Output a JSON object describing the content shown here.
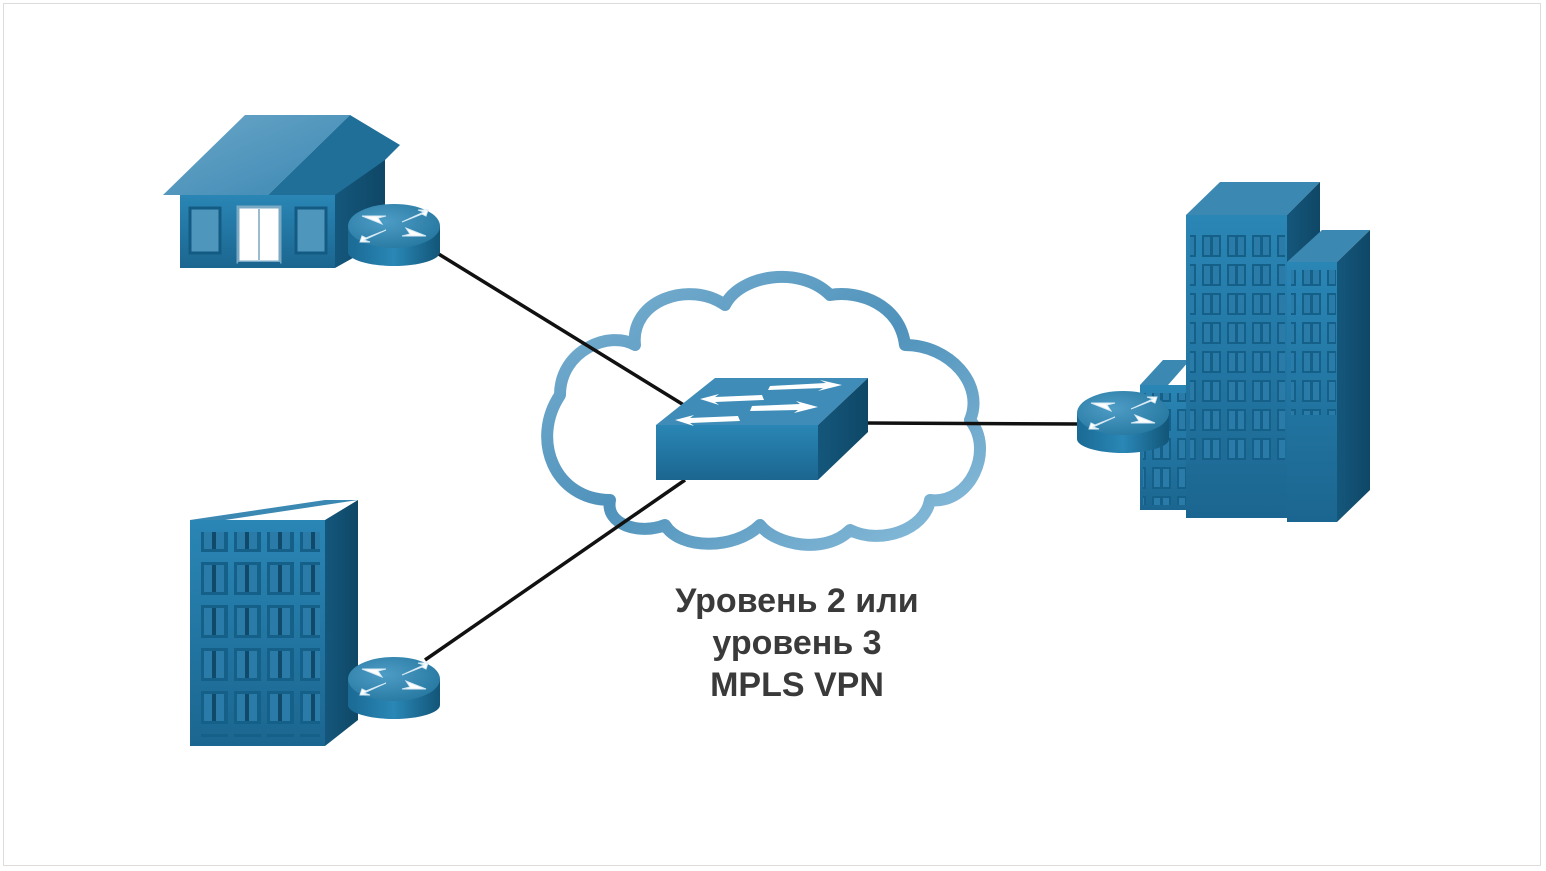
{
  "caption": {
    "line1": "Уровень 2 или",
    "line2": "уровень 3",
    "line3": "MPLS VPN"
  },
  "icons": {
    "home_office": "house-icon",
    "branch_office": "office-building-icon",
    "headquarters": "campus-buildings-icon",
    "router": "router-icon",
    "switch": "switch-icon",
    "cloud": "cloud-icon"
  },
  "colors": {
    "device_blue": "#1f6f99",
    "cloud_outline": "#5a9dc2",
    "link": "#111111",
    "caption_text": "#3a3a3a"
  }
}
